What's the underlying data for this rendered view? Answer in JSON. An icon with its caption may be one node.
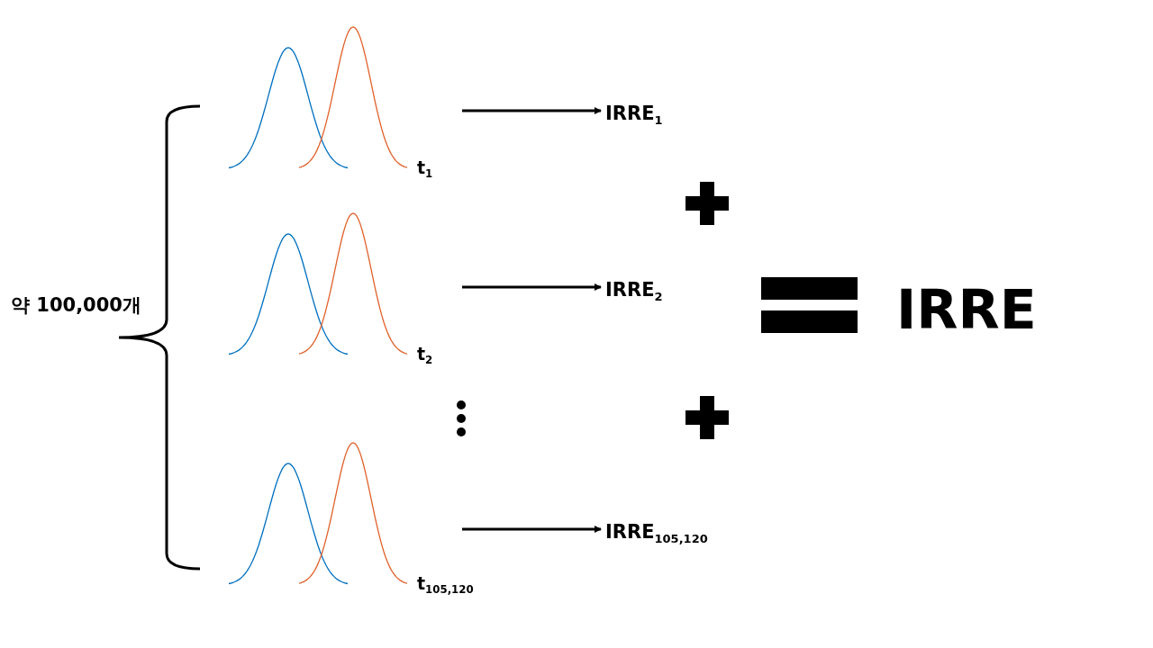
{
  "diagram": {
    "nodes": [
      {
        "text": [
          "t$_{1}$"
        ]
      },
      {
        "text": [
          "IRRE$_{1}$"
        ]
      },
      {
        "text": [
          "t$_{2}$"
        ]
      },
      {
        "text": [
          "IRRE$_{2}$"
        ]
      },
      {
        "text": [
          "t$_{105,120}$"
        ]
      },
      {
        "text": [
          "IRRE$_{105,120}$"
        ]
      },
      {
        "text": [
          "IRRE"
        ]
      }
    ],
    "edges": [
      {
        "from": 0,
        "to": 1,
        "arrow": "to"
      },
      {
        "from": 2,
        "to": 3,
        "arrow": "to"
      },
      {
        "from": 4,
        "to": 5,
        "arrow": "to"
      }
    ],
    "labels": [
      "약 100,000개"
    ]
  }
}
